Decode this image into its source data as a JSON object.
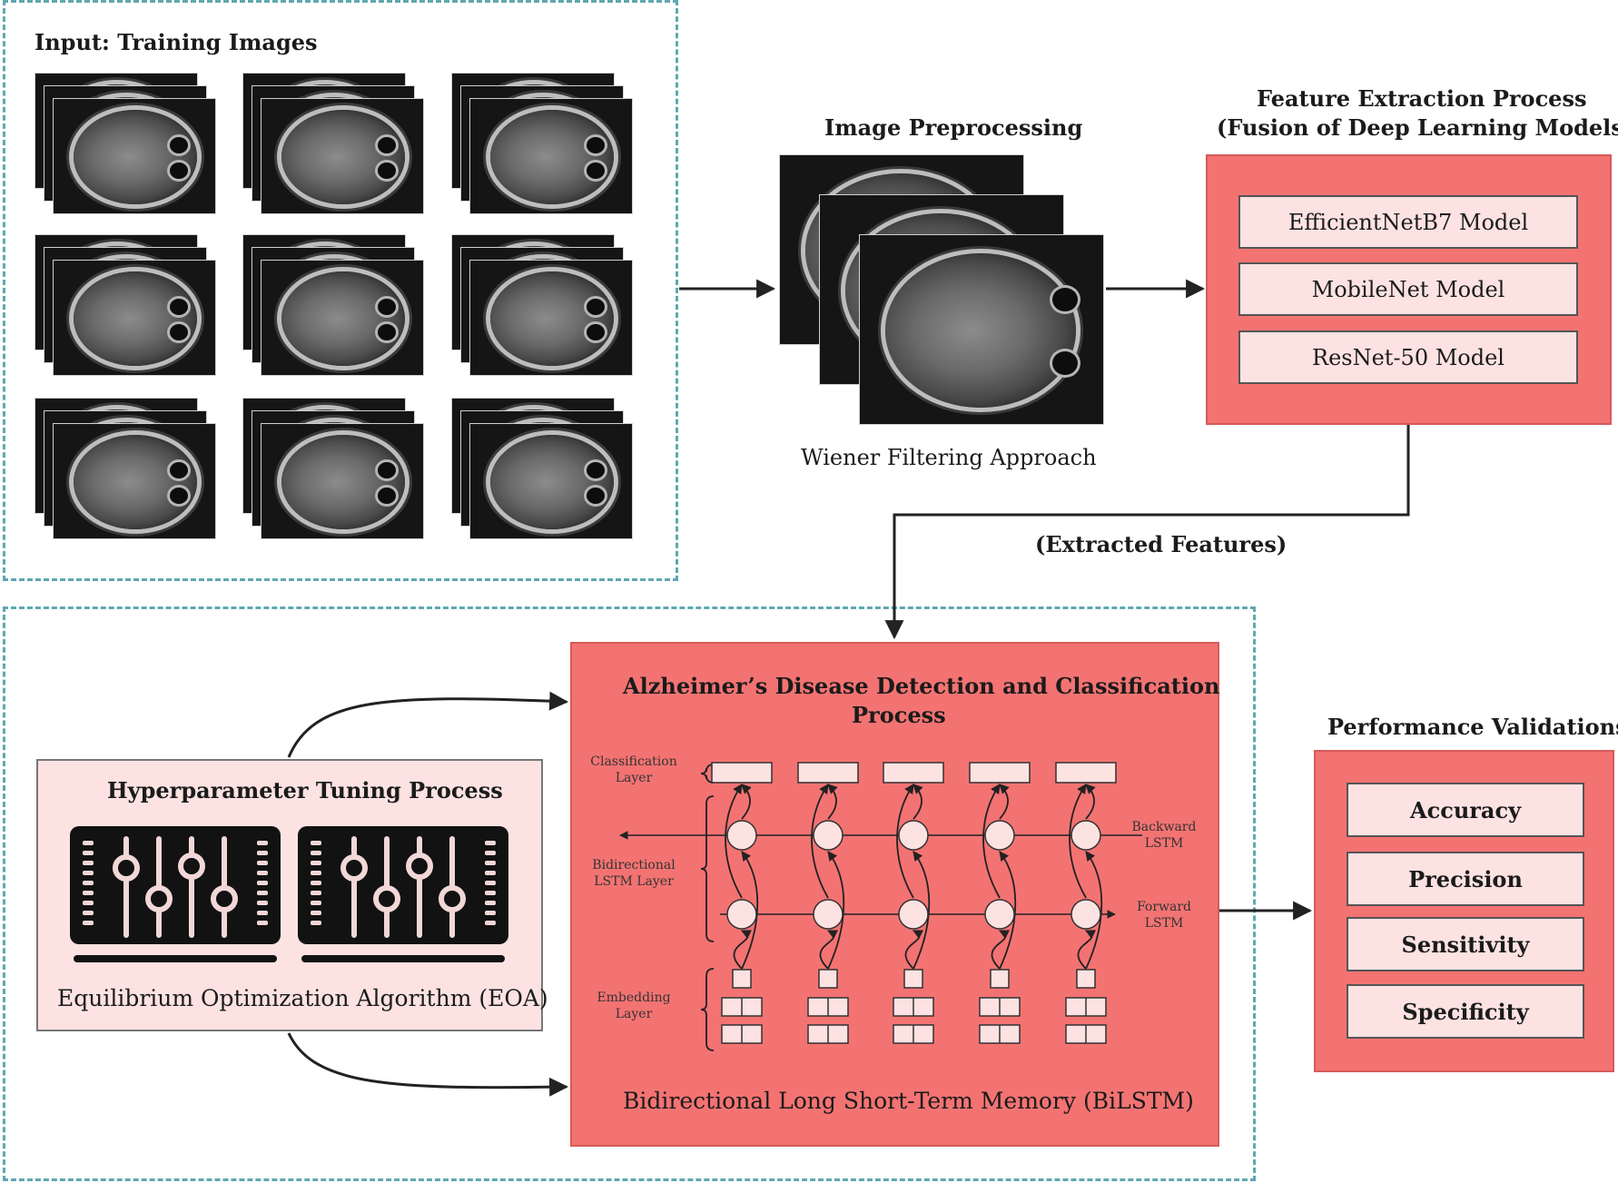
{
  "input": {
    "title": "Input: Training Images"
  },
  "preprocessing": {
    "title": "Image Preprocessing",
    "caption": "Wiener Filtering Approach"
  },
  "feature_extraction": {
    "title_line1": "Feature Extraction Process",
    "title_line2": "(Fusion of Deep Learning Models)",
    "models": [
      "EfficientNetB7 Model",
      "MobileNet Model",
      "ResNet-50 Model"
    ]
  },
  "extracted_features_label": "(Extracted Features)",
  "hyperparameter": {
    "title": "Hyperparameter Tuning Process",
    "algorithm": "Equilibrium Optimization Algorithm (EOA)"
  },
  "detection": {
    "title_line1": "Alzheimer’s Disease Detection and Classification",
    "title_line2": "Process",
    "layers": {
      "classification_line1": "Classification",
      "classification_line2": "Layer",
      "bilstm_line1": "Bidirectional",
      "bilstm_line2": "LSTM Layer",
      "embedding_line1": "Embedding",
      "embedding_line2": "Layer",
      "backward_line1": "Backward",
      "backward_line2": "LSTM",
      "forward_line1": "Forward",
      "forward_line2": "LSTM"
    },
    "caption": "Bidirectional Long Short-Term Memory (BiLSTM)"
  },
  "performance": {
    "title": "Performance Validations",
    "metrics": [
      "Accuracy",
      "Precision",
      "Sensitivity",
      "Specificity"
    ]
  },
  "colors": {
    "dashed_border": "#5fa8b1",
    "process_fill": "#f37372",
    "inner_box_fill": "#fde2e2"
  }
}
